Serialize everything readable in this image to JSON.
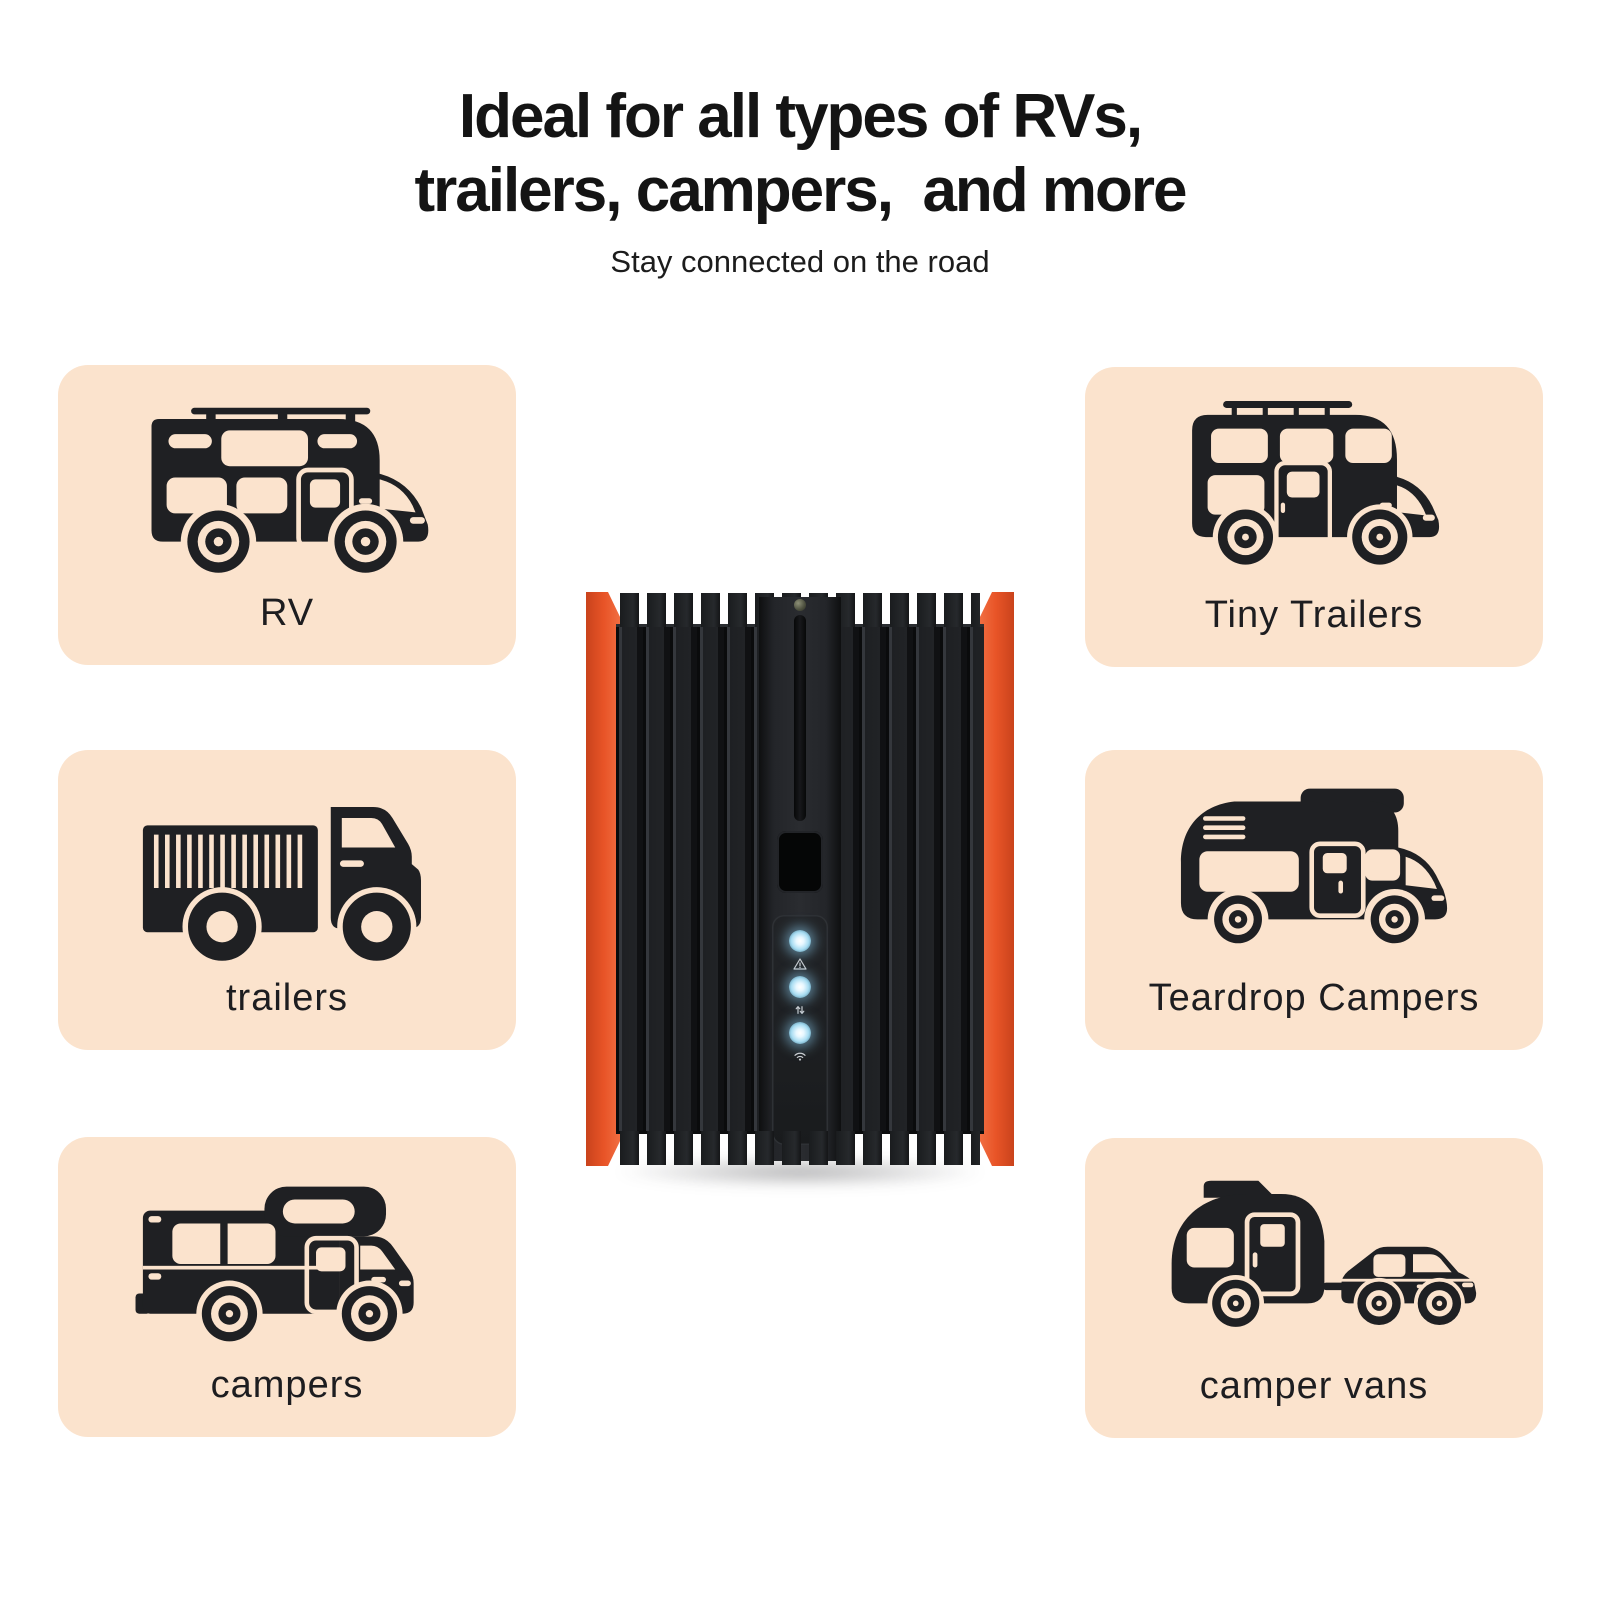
{
  "header": {
    "title_line1": "Ideal for all types of RVs,",
    "title_line2": "trailers, campers,  and more",
    "subtitle": "Stay connected on the road"
  },
  "cards": [
    {
      "label": "RV",
      "icon": "rv-motorhome-icon"
    },
    {
      "label": "Tiny Trailers",
      "icon": "tiny-trailer-camper-icon"
    },
    {
      "label": "trailers",
      "icon": "stake-truck-icon"
    },
    {
      "label": "Teardrop Campers",
      "icon": "teardrop-camper-icon"
    },
    {
      "label": "campers",
      "icon": "truck-camper-icon"
    },
    {
      "label": "camper vans",
      "icon": "car-towing-trailer-icon"
    }
  ],
  "device": {
    "name": "cellular-wifi-router",
    "status_leds": [
      {
        "icon": "warning-icon",
        "state": "on"
      },
      {
        "icon": "data-transfer-icon",
        "state": "on"
      },
      {
        "icon": "wifi-icon",
        "state": "on"
      }
    ]
  },
  "colors": {
    "background": "#ffffff",
    "card_background": "#fbe3cd",
    "ink": "#1f2023",
    "accent_orange": "#e85427",
    "led_glow": "#a9ddf2"
  }
}
